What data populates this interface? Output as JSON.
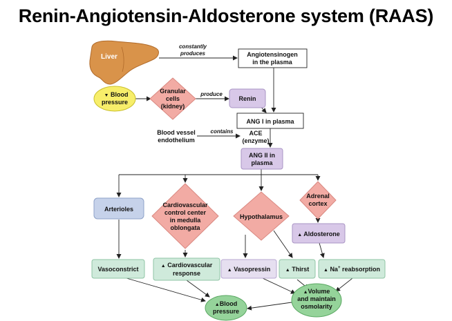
{
  "title": "Renin-Angiotensin-Aldosterone system (RAAS)",
  "nodes": {
    "liver": "Liver",
    "blood_pressure_top": [
      "Blood",
      "pressure"
    ],
    "granular": [
      "Granular",
      "cells",
      "(kidney)"
    ],
    "renin": "Renin",
    "angiotensinogen": [
      "Angiotensinogen",
      "in the plasma"
    ],
    "ang1": "ANG I in plasma",
    "vessel": [
      "Blood vessel",
      "endothelium"
    ],
    "ace": [
      "ACE",
      "(enzyme)"
    ],
    "ang2": [
      "ANG II in",
      "plasma"
    ],
    "arterioles": "Arterioles",
    "cardio_center": [
      "Cardiovascular",
      "control center",
      "in medulla",
      "oblongata"
    ],
    "hypothalamus": "Hypothalamus",
    "adrenal": [
      "Adrenal",
      "cortex"
    ],
    "aldosterone": "Aldosterone",
    "vasoconstrict": "Vasoconstrict",
    "cardio_response": [
      "Cardiovascular",
      "response"
    ],
    "vasopressin": "Vasopressin",
    "thirst": "Thirst",
    "na_reabsorption": "reabsorption",
    "na": "Na",
    "na_sup": "+",
    "volume": [
      "Volume",
      "and maintain",
      "osmolarity"
    ],
    "blood_pressure_bottom": [
      "Blood",
      "pressure"
    ]
  },
  "edge_labels": {
    "constantly": "constantly",
    "produces": "produces",
    "produce": "produce",
    "contains": "contains"
  },
  "arrow_glyph": "▲",
  "colors": {
    "liver": "#d9934a",
    "bp_yellow": "#f7ee6a",
    "pink": "#f2aba4",
    "lavender": "#d8c8e8",
    "blue": "#c6d2ea",
    "mint": "#cfeadb",
    "green": "#95d39a"
  }
}
